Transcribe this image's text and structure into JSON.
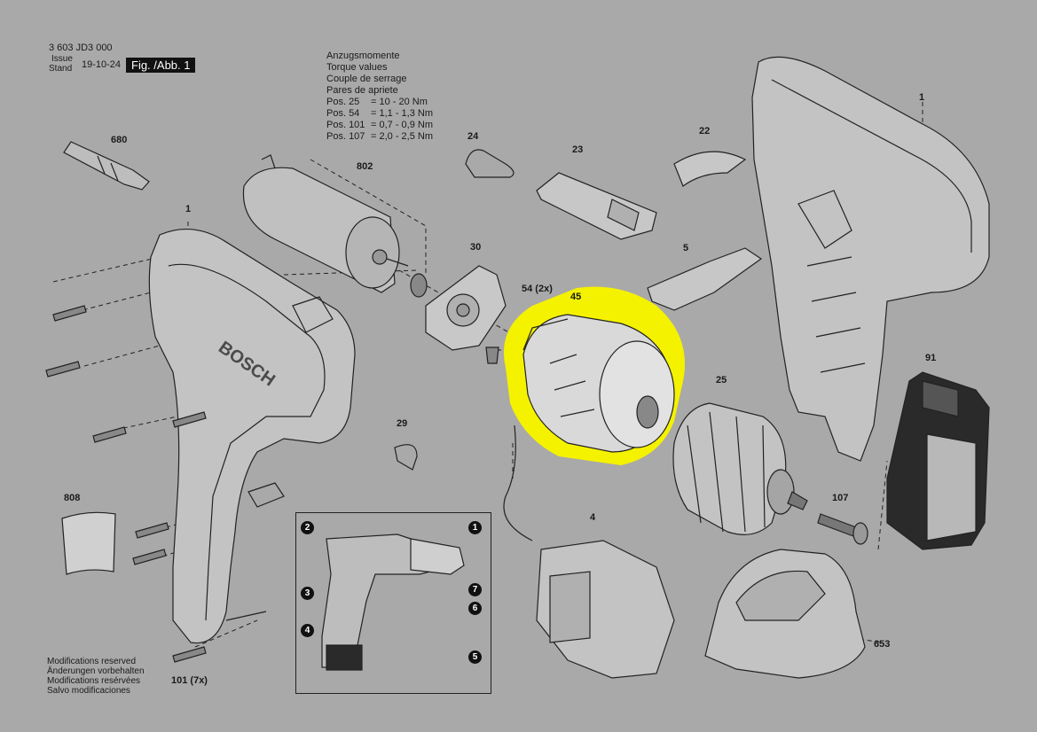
{
  "header": {
    "doc_number": "3 603 JD3 000",
    "issue_label_1": "Issue",
    "issue_label_2": "Stand",
    "issue_date": "19-10-24",
    "figure_label": "Fig. /Abb. 1"
  },
  "torque": {
    "lines": [
      "Anzugsmomente",
      "Torque values",
      "Couple de serrage",
      "Pares de apriete"
    ],
    "rows": [
      {
        "pos": "Pos. 25",
        "value": "= 10 - 20 Nm"
      },
      {
        "pos": "Pos. 54",
        "value": "= 1,1 - 1,3 Nm"
      },
      {
        "pos": "Pos. 101",
        "value": "= 0,7 - 0,9 Nm"
      },
      {
        "pos": "Pos. 107",
        "value": "= 2,0 - 2,5 Nm"
      }
    ]
  },
  "parts": {
    "p680": "680",
    "p1a": "1",
    "p802": "802",
    "p24": "24",
    "p23": "23",
    "p22": "22",
    "p1b": "1",
    "p30": "30",
    "p5": "5",
    "p54": "54 (2x)",
    "p45": "45",
    "p91": "91",
    "p25": "25",
    "p29": "29",
    "p808": "808",
    "p4": "4",
    "p107": "107",
    "p101": "101 (7x)",
    "p653": "653"
  },
  "inset": {
    "b1": "1",
    "b2": "2",
    "b3": "3",
    "b4": "4",
    "b5": "5",
    "b6": "6",
    "b7": "7"
  },
  "footer": {
    "lines": [
      "Modifications reserved",
      "Änderungen vorbehalten",
      "Modifications resérvées",
      "Salvo modificaciones"
    ]
  },
  "colors": {
    "background": "#a9a9a9",
    "highlight": "#f5f200",
    "ink": "#1a1a1a"
  }
}
